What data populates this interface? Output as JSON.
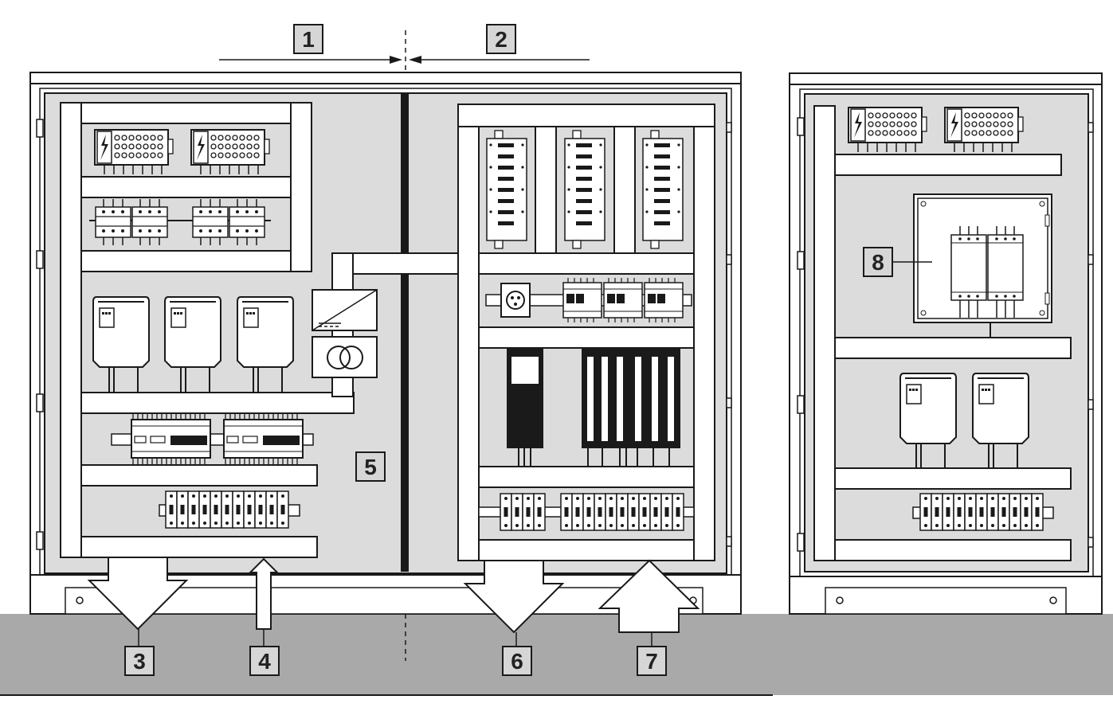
{
  "callouts": {
    "c1": "1",
    "c2": "2",
    "c3": "3",
    "c4": "4",
    "c5": "5",
    "c6": "6",
    "c7": "7",
    "c8": "8"
  },
  "colors": {
    "panel": "#dcdcdc",
    "floor": "#a9a9a9",
    "stroke": "#1a1a1a",
    "callout_box": "#d6d6d6",
    "white": "#ffffff"
  },
  "icons": [
    "lightning-icon",
    "transformer-icon",
    "socket-icon"
  ]
}
